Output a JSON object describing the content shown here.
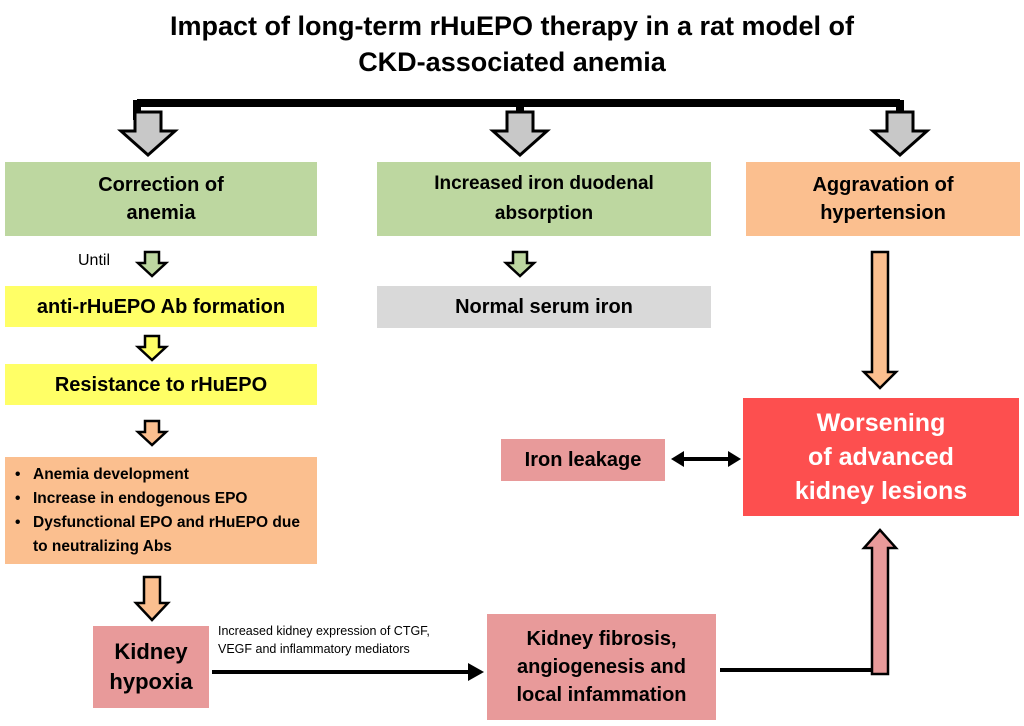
{
  "title": {
    "line1": "Impact of long-term rHuEPO therapy in a rat model of",
    "line2": "CKD-associated anemia"
  },
  "left": {
    "correction": [
      "Correction of",
      "anemia"
    ],
    "until": "Until",
    "ab_formation": "anti-rHuEPO Ab formation",
    "resistance": "Resistance to rHuEPO",
    "bullets": [
      "Anemia development",
      "Increase in endogenous EPO",
      "Dysfunctional EPO and rHuEPO due to neutralizing Abs"
    ],
    "hypoxia": [
      "Kidney",
      "hypoxia"
    ]
  },
  "middle": {
    "absorption": [
      "Increased iron duodenal",
      "absorption"
    ],
    "serum_iron": "Normal serum iron"
  },
  "right": {
    "hypertension": [
      "Aggravation of",
      "hypertension"
    ],
    "worsening": [
      "Worsening",
      "of advanced",
      "kidney lesions"
    ]
  },
  "iron_leakage": "Iron leakage",
  "bottom": {
    "expression_note": [
      "Increased kidney expression of CTGF,",
      "VEGF and inflammatory mediators"
    ],
    "fibrosis": [
      "Kidney fibrosis,",
      "angiogenesis and",
      "local infammation"
    ]
  },
  "colors": {
    "green": "#bdd7a0",
    "peach": "#fbbf8f",
    "yellow": "#ffff66",
    "gray": "#d9d9d9",
    "pink": "#e89a9a",
    "red": "#fd4f4f",
    "gray_arrow": "#c8c8c8"
  }
}
